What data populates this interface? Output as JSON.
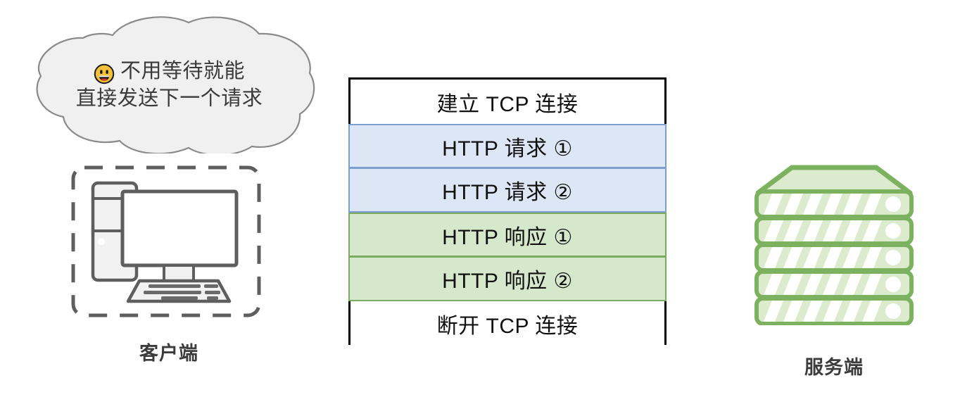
{
  "diagram": {
    "title": "HTTP Pipelining over a single TCP connection",
    "colors": {
      "request_fill": "#dce6f5",
      "request_border": "#7a9fd0",
      "response_fill": "#d6e8cc",
      "response_border": "#7aab5e",
      "table_border": "#000000",
      "cloud_fill": "#f0f0f0",
      "cloud_border": "#8a8a8a",
      "device_stroke": "#5e5e5e",
      "server_stroke": "#7cb25f",
      "server_fill": "#dceace",
      "label_text": "#3c3c3c",
      "emoji_yellow": "#f5c13b"
    }
  },
  "client": {
    "thought": {
      "emoji_name": "grinning-face-emoji",
      "lines": [
        "不用等待就能",
        "直接发送下一个请求"
      ]
    },
    "device_icon": "desktop-computer-icon",
    "label": "客户端"
  },
  "sequence": {
    "rows": [
      {
        "label": "建立 TCP 连接",
        "kind": "plain"
      },
      {
        "label": "HTTP 请求 ①",
        "kind": "req"
      },
      {
        "label": "HTTP 请求 ②",
        "kind": "req"
      },
      {
        "label": "HTTP 响应 ①",
        "kind": "res"
      },
      {
        "label": "HTTP 响应 ②",
        "kind": "res"
      },
      {
        "label": "断开 TCP 连接",
        "kind": "plain"
      }
    ]
  },
  "server": {
    "device_icon": "server-rack-icon",
    "unit_count": 5,
    "label": "服务端"
  }
}
